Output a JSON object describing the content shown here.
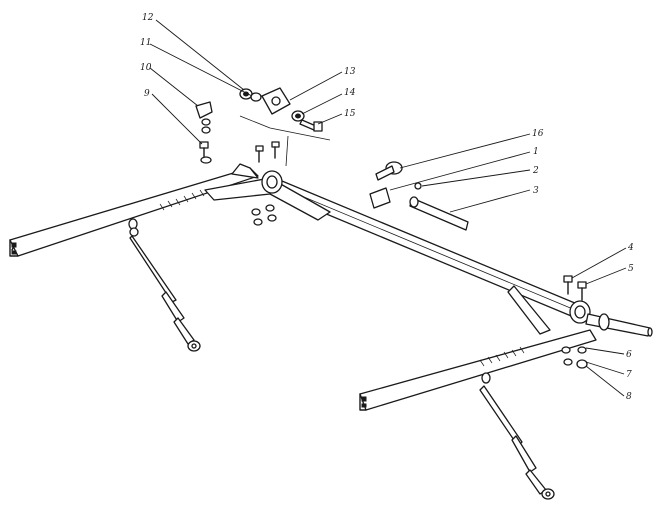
{
  "callouts": [
    {
      "id": "c12",
      "label": "12"
    },
    {
      "id": "c11",
      "label": "11"
    },
    {
      "id": "c10",
      "label": "10"
    },
    {
      "id": "c9",
      "label": "9"
    },
    {
      "id": "c13",
      "label": "13"
    },
    {
      "id": "c14",
      "label": "14"
    },
    {
      "id": "c15",
      "label": "15"
    },
    {
      "id": "c16",
      "label": "16"
    },
    {
      "id": "c1",
      "label": "1"
    },
    {
      "id": "c2",
      "label": "2"
    },
    {
      "id": "c3",
      "label": "3"
    },
    {
      "id": "c4",
      "label": "4"
    },
    {
      "id": "c5",
      "label": "5"
    },
    {
      "id": "c6",
      "label": "6"
    },
    {
      "id": "c7",
      "label": "7"
    },
    {
      "id": "c8",
      "label": "8"
    }
  ]
}
